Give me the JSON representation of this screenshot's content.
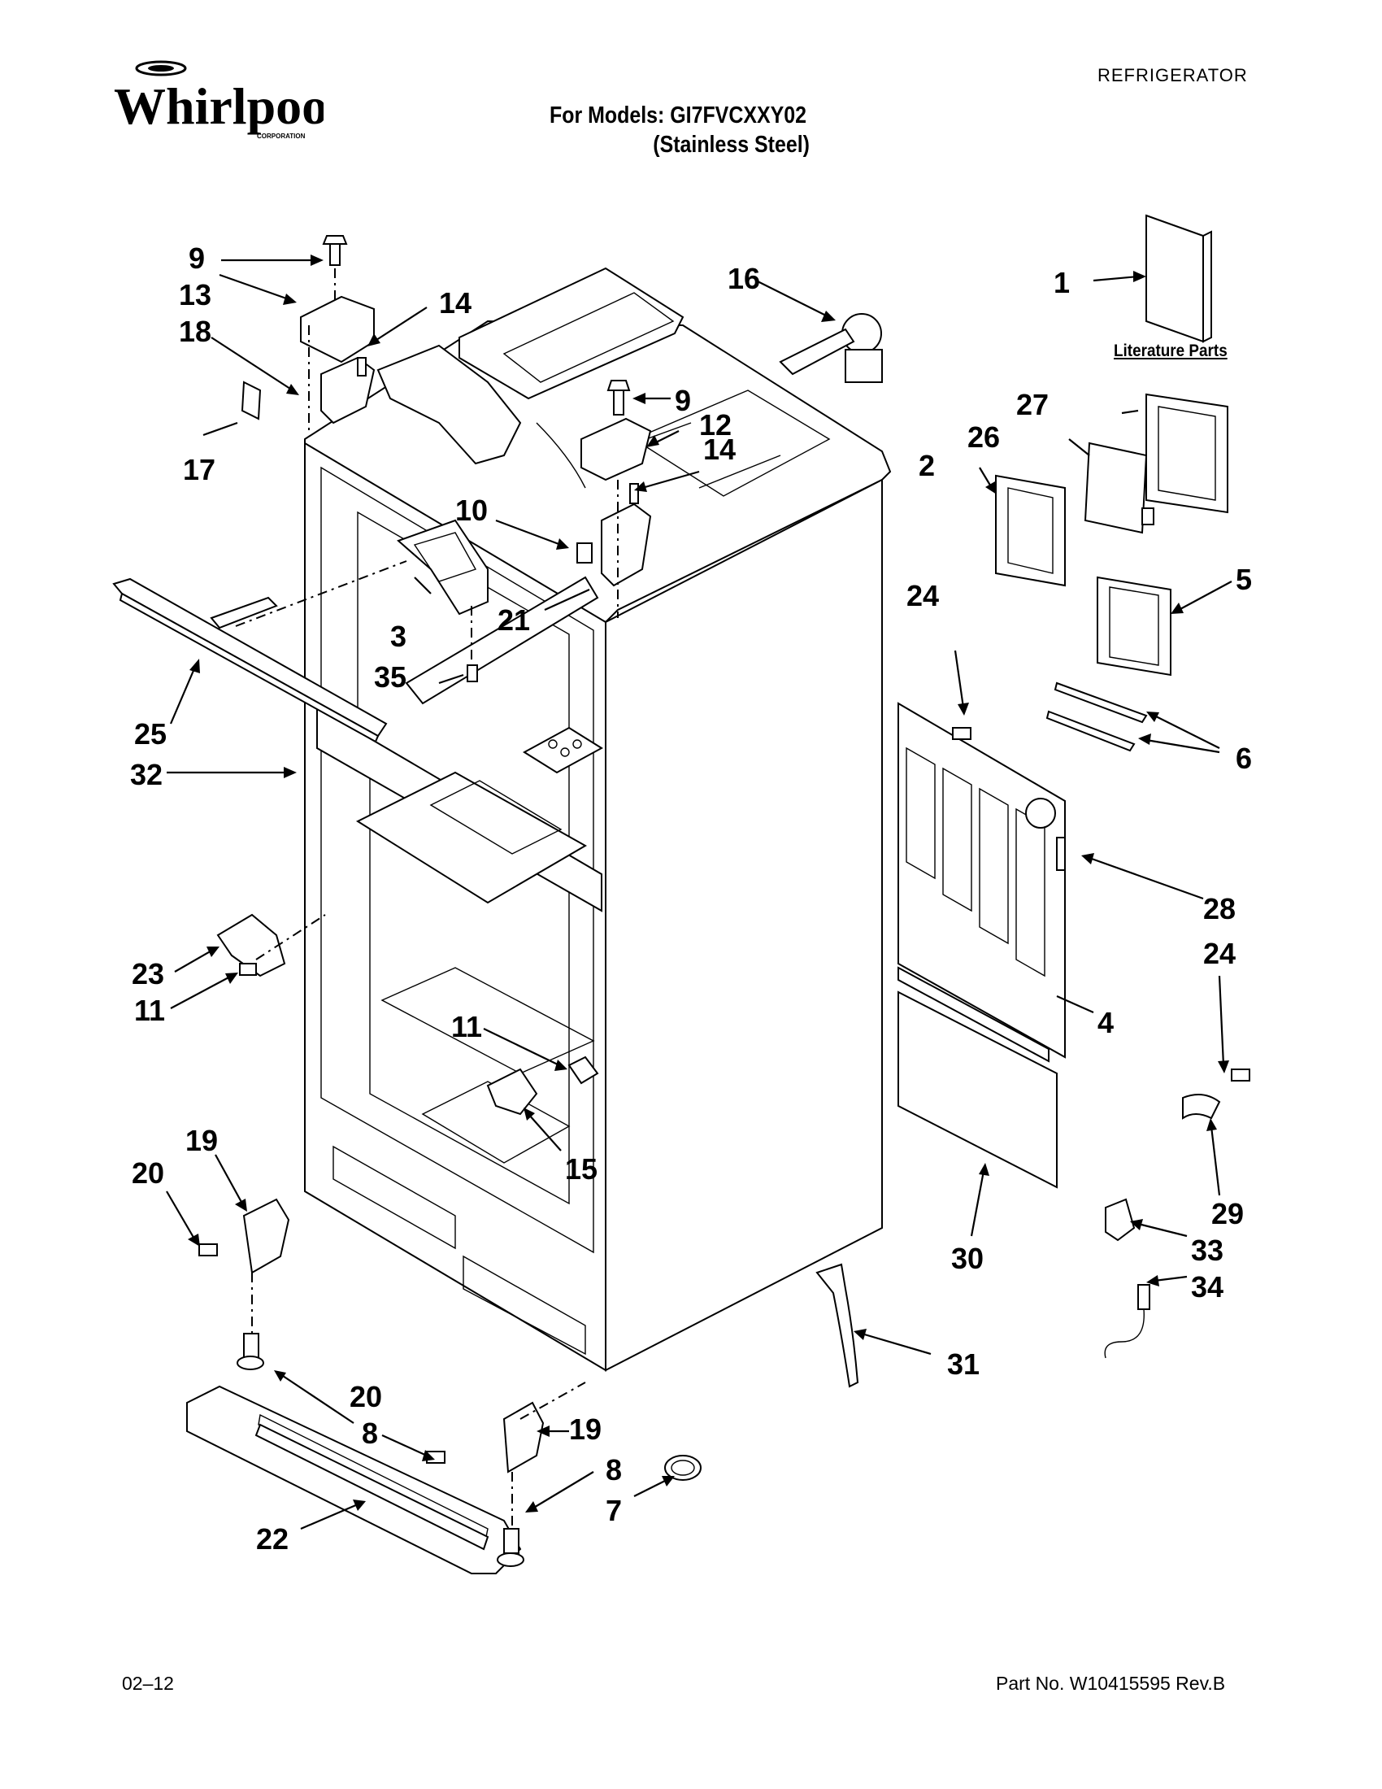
{
  "header": {
    "brand": "Whirlpool",
    "brand_sub": "CORPORATION",
    "doc_type": "REFRIGERATOR",
    "models_line1": "For Models: GI7FVCXXY02",
    "models_line2": "(Stainless Steel)"
  },
  "literature_label": "Literature Parts",
  "footer": {
    "date": "02–12",
    "part_number": "Part No. W10415595 Rev.B"
  },
  "callouts": [
    "1",
    "2",
    "3",
    "4",
    "5",
    "6",
    "7",
    "8",
    "8",
    "9",
    "9",
    "10",
    "11",
    "11",
    "12",
    "13",
    "14",
    "14",
    "15",
    "16",
    "17",
    "18",
    "19",
    "19",
    "20",
    "20",
    "21",
    "22",
    "23",
    "24",
    "24",
    "25",
    "26",
    "27",
    "28",
    "29",
    "30",
    "31",
    "32",
    "33",
    "34",
    "35"
  ],
  "icons": {
    "brand_logo": "whirlpool-swirl-logo"
  }
}
